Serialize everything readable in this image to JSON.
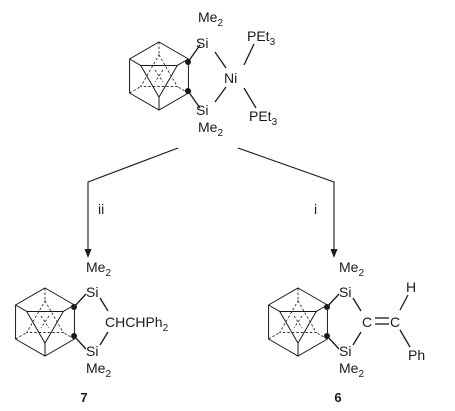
{
  "top_complex": {
    "si_top": "Si",
    "me2_top_base": "Me",
    "me2_top_sub": "2",
    "pet3_top_base": "PEt",
    "pet3_top_sub": "3",
    "ni": "Ni",
    "pet3_bottom_base": "PEt",
    "pet3_bottom_sub": "3",
    "si_bottom": "Si",
    "me2_bottom_base": "Me",
    "me2_bottom_sub": "2"
  },
  "arrows": {
    "left_label": "ii",
    "right_label": "i"
  },
  "product_7": {
    "me2_top_base": "Me",
    "me2_top_sub": "2",
    "si_top": "Si",
    "ch_chain_base": "CHCHPh",
    "ch_chain_sub": "2",
    "si_bottom": "Si",
    "me2_bottom_base": "Me",
    "me2_bottom_sub": "2",
    "number": "7"
  },
  "product_6": {
    "me2_top_base": "Me",
    "me2_top_sub": "2",
    "si_top": "Si",
    "c_left": "C",
    "c_right": "C",
    "h": "H",
    "ph": "Ph",
    "si_bottom": "Si",
    "me2_bottom_base": "Me",
    "me2_bottom_sub": "2",
    "number": "6"
  }
}
